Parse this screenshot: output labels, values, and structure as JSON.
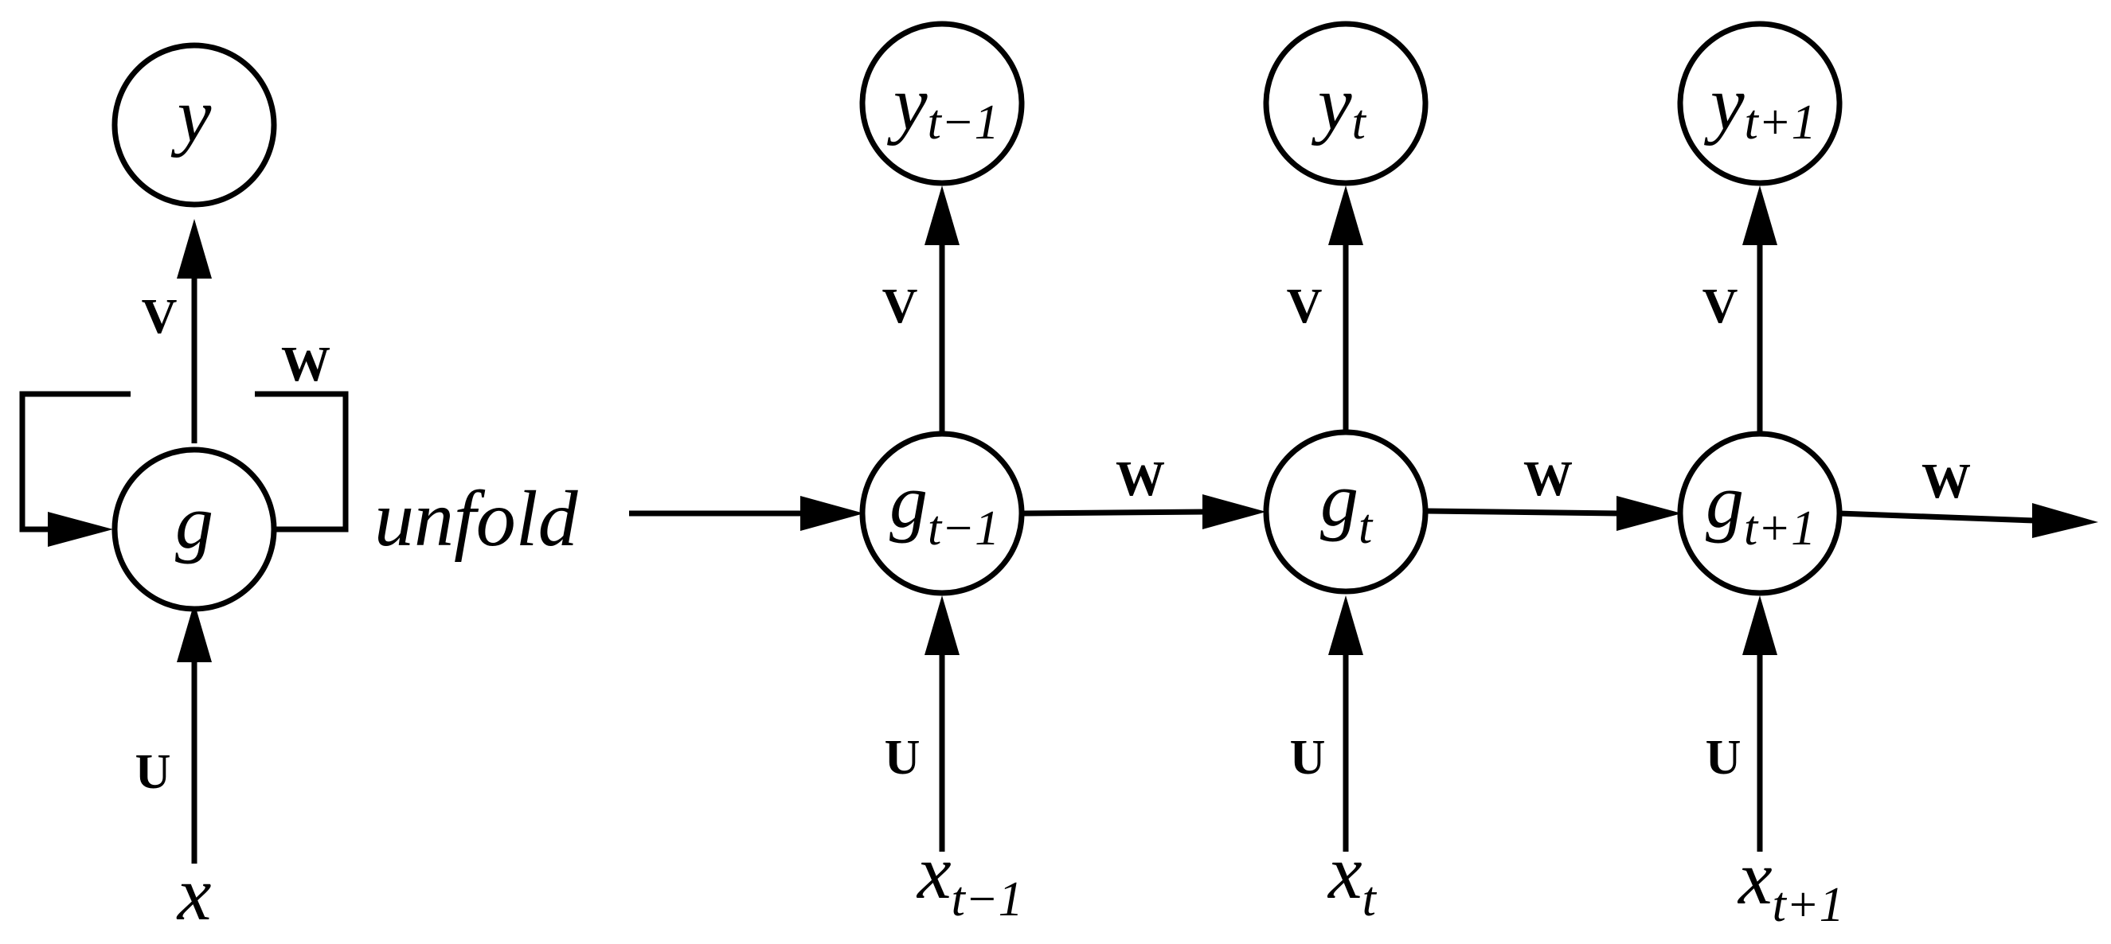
{
  "folded": {
    "output": "y",
    "hidden": "g",
    "input": "x",
    "label_v": "V",
    "label_u": "U",
    "label_w": "W"
  },
  "unfold_label": "unfold",
  "steps": [
    {
      "output": "y",
      "output_sub": "t−1",
      "hidden": "g",
      "hidden_sub": "t−1",
      "input": "x",
      "input_sub": "t−1",
      "label_v": "V",
      "label_u": "U",
      "label_w": "W"
    },
    {
      "output": "y",
      "output_sub": "t",
      "hidden": "g",
      "hidden_sub": "t",
      "input": "x",
      "input_sub": "t",
      "label_v": "V",
      "label_u": "U",
      "label_w": "W"
    },
    {
      "output": "y",
      "output_sub": "t+1",
      "hidden": "g",
      "hidden_sub": "t+1",
      "input": "x",
      "input_sub": "t+1",
      "label_v": "V",
      "label_u": "U",
      "label_w": "W"
    }
  ]
}
